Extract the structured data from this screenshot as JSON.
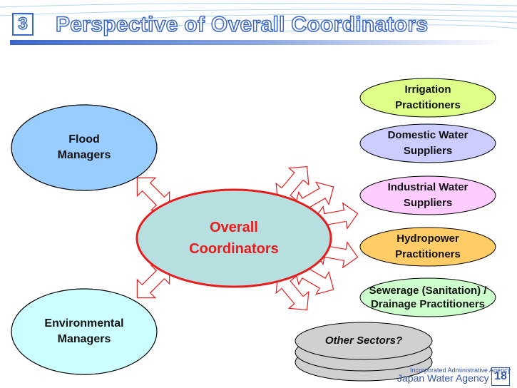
{
  "header": {
    "section_number": "3",
    "title": "Perspective of Overall Coordinators"
  },
  "nodes": {
    "flood": "Flood\nManagers",
    "environmental": "Environmental\nManagers",
    "overall": "Overall\nCoordinators",
    "irrigation": "Irrigation\nPractitioners",
    "domestic": "Domestic Water\nSuppliers",
    "industrial": "Industrial Water\nSuppliers",
    "hydropower": "Hydropower\nPractitioners",
    "sewerage": "Sewerage (Sanitation) /\nDrainage Practitioners",
    "other": "Other Sectors?"
  },
  "footer": {
    "agency_sub": "Incorporated Administrative Agency",
    "agency": "Japan Water Agency",
    "page": "18"
  },
  "colors": {
    "flood": "#99ccff",
    "environmental": "#ccffff",
    "overall": "#b7dfe0",
    "accent_red": "#e81c1c",
    "irrigation": "#ddff88",
    "domestic": "#ccccff",
    "industrial": "#ffccff",
    "hydropower": "#ffcc66",
    "sewerage": "#ccffcc",
    "other": "#d0d0d0"
  }
}
